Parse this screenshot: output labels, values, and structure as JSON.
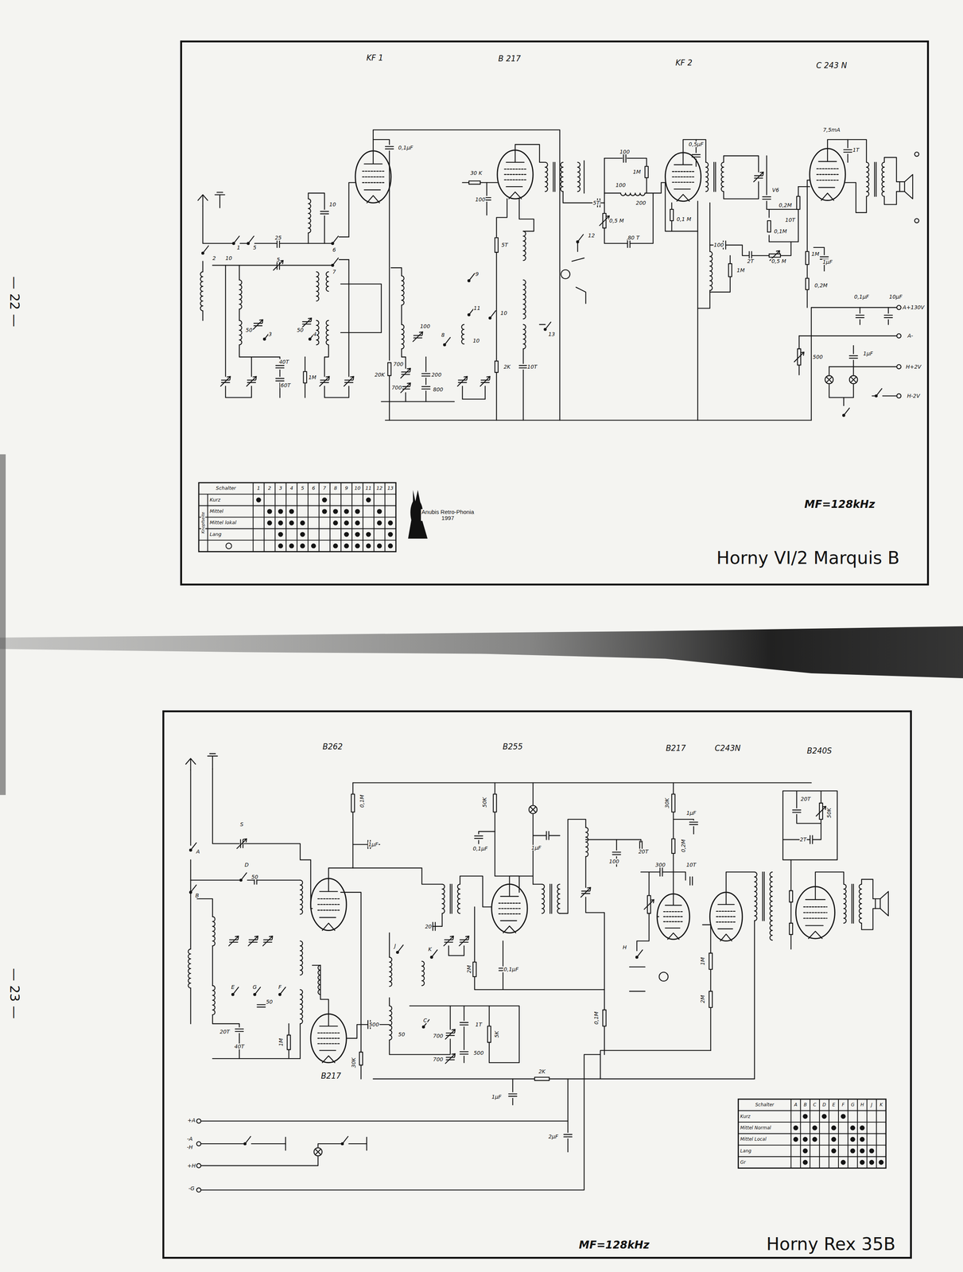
{
  "diagram": {
    "nodes": [
      {
        "text": [
          "Horny VI/2 Marquis B"
        ]
      },
      {
        "text": [
          "Horny Rex 35B"
        ]
      }
    ],
    "labels": [
      "— 22 —",
      "— 23 —",
      "KF 1",
      "B 217",
      "KF 2",
      "C 243 N",
      "0,1µF",
      "30 K",
      "100",
      "100",
      "1M",
      "100",
      "5T",
      "200",
      "0,5 M",
      "12",
      "80 T",
      "0,5µF",
      "0,1 M",
      "7,5mA",
      "1T",
      "V6",
      "0,2M",
      "10T",
      "0,1M",
      "100",
      "2T",
      "0,5 M",
      "1M",
      "1M",
      "1µF",
      "0,2M",
      "0,1µF",
      "10µF",
      "A+130V",
      "A-",
      "H+2V",
      "H-2V",
      "500",
      "1µF",
      "2",
      "10",
      "1",
      "5",
      "25",
      "5",
      "6",
      "7",
      "10",
      "50",
      "3",
      "50",
      "4",
      "40T",
      "60T",
      "1M",
      "20K",
      "700",
      "700",
      "100",
      "8",
      "200",
      "800",
      "9",
      "5T",
      "11",
      "10",
      "10",
      "13",
      "2K",
      "10T",
      "Schalter",
      "1",
      "2",
      "3",
      "4",
      "5",
      "6",
      "7",
      "8",
      "9",
      "10",
      "11",
      "12",
      "13",
      "Kurz",
      "Mittel",
      "Mittel lokal",
      "Lang",
      "Knopfseite",
      "Anubis Retro-Phonia 1997",
      "MF=128kHz",
      "B262",
      "B255",
      "B217",
      "C243N",
      "B240S",
      "B217",
      "0,1M",
      "1µF",
      "50K",
      "0,1µF",
      "1µF",
      "30K",
      "1µF",
      "0,2M",
      "100",
      "20T",
      "300",
      "10T",
      "20T",
      "50K",
      "2T",
      "S",
      "A",
      "D",
      "50",
      "B",
      "E",
      "G",
      "F",
      "50",
      "20T",
      "40T",
      "1M",
      "20",
      "J",
      "K",
      "2M",
      "0,1µF",
      "0,1M",
      "H",
      "1M",
      "2M",
      "500",
      "30K",
      "50",
      "C",
      "700",
      "700",
      "1T",
      "500",
      "5K",
      "2K",
      "1µF",
      "2µF",
      "+A",
      "-A",
      "-H",
      "+H",
      "-G",
      "Schalter",
      "A",
      "B",
      "C",
      "D",
      "E",
      "F",
      "G",
      "H",
      "J",
      "K",
      "Kurz",
      "Mittel Normal",
      "Mittel Local",
      "Lang",
      "Gr",
      "MF=128kHz"
    ]
  }
}
